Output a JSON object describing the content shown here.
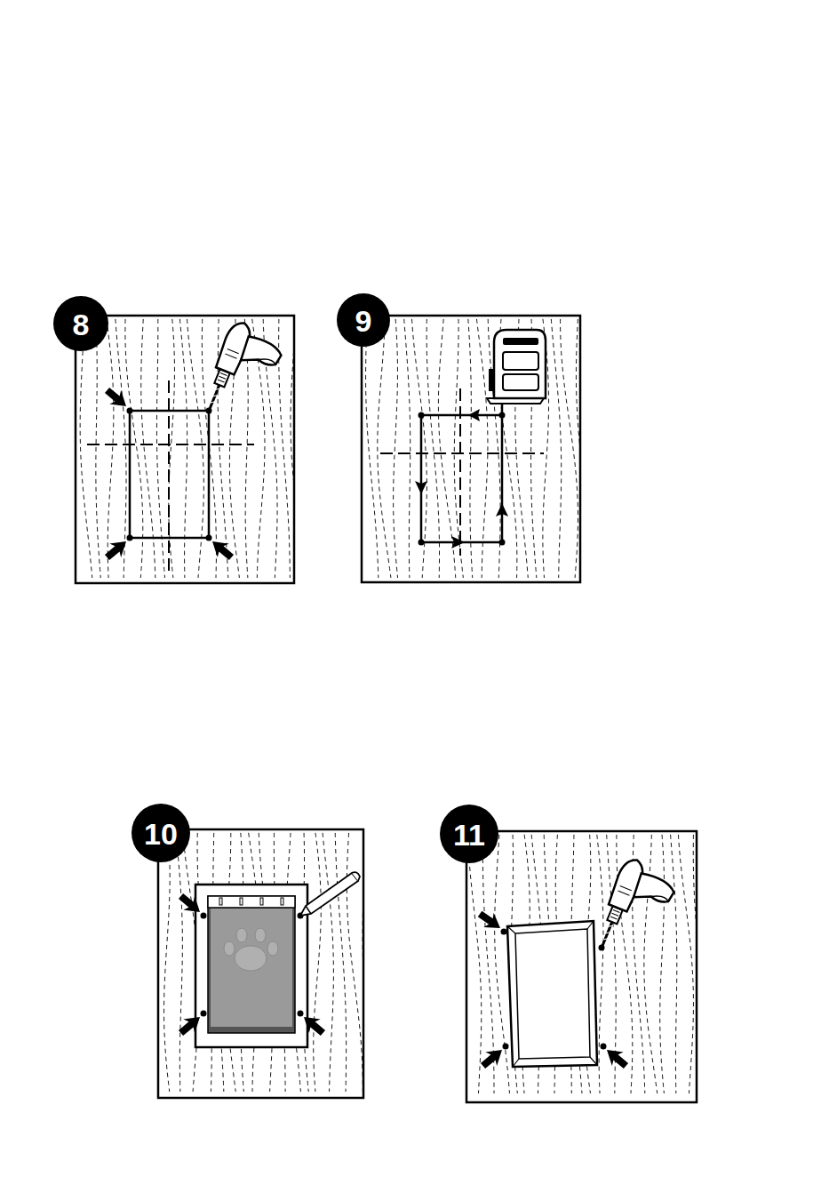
{
  "diagram": {
    "labels": [
      "8",
      "9",
      "10",
      "11"
    ]
  }
}
